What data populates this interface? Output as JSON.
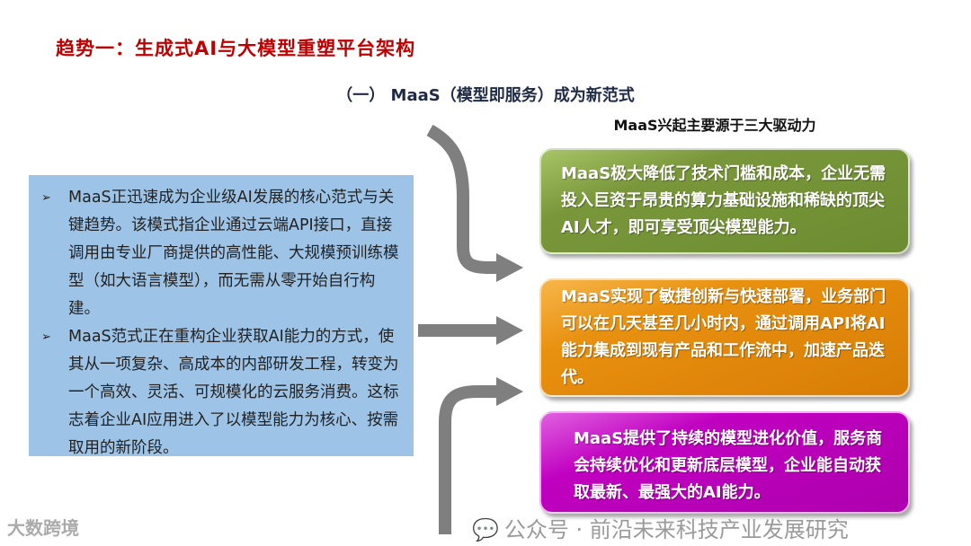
{
  "title": "趋势一：生成式AI与大模型重塑平台架构",
  "subtitle": "（一）  MaaS（模型即服务）成为新范式",
  "drivers_heading": "MaaS兴起主要源于三大驱动力",
  "left_bullets": [
    "MaaS正迅速成为企业级AI发展的核心范式与关键趋势。该模式指企业通过云端API接口，直接调用由专业厂商提供的高性能、大规模预训练模型（如大语言模型），而无需从零开始自行构建。",
    "MaaS范式正在重构企业获取AI能力的方式，使其从一项复杂、高成本的内部研发工程，转变为一个高效、灵活、可规模化的云服务消费。这标志着企业AI应用进入了以模型能力为核心、按需取用的新阶段。"
  ],
  "bullet_marker": "➢",
  "cards": [
    {
      "text": "MaaS极大降低了技术门槛和成本，企业无需投入巨资于昂贵的算力基础设施和稀缺的顶尖AI人才，即可享受顶尖模型能力。",
      "color": "#77933c"
    },
    {
      "text": "MaaS实现了敏捷创新与快速部署，业务部门可以在几天甚至几小时内，通过调用API将AI能力集成到现有产品和工作流中，加速产品迭代。",
      "color": "#e38a0c"
    },
    {
      "text": "MaaS提供了持续的模型进化价值，服务商会持续优化和更新底层模型，企业能自动获取最新、最强大的AI能力。",
      "color": "#b400b4"
    }
  ],
  "watermark": "公众号 · 前沿未来科技产业发展研究",
  "watermark2": "大数跨境",
  "colors": {
    "title": "#c00000",
    "left_box": "#9dc3e6",
    "arrow": "#7f7f7f"
  }
}
